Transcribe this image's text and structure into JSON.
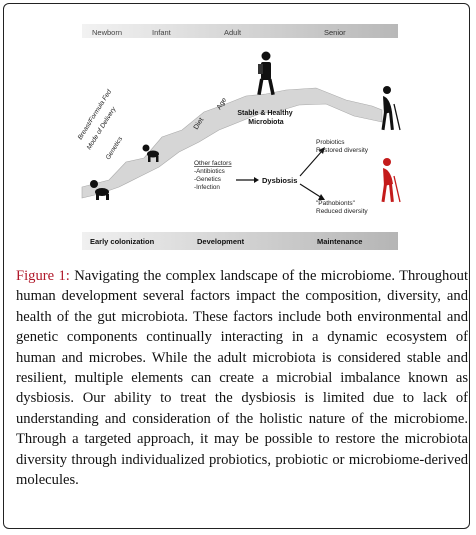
{
  "figure": {
    "stages_top": [
      "Newborn",
      "Infant",
      "Adult",
      "Senior"
    ],
    "stages_bottom": [
      "Early colonization",
      "Development",
      "Maintenance"
    ],
    "early_factors": [
      "Breast/Formula Fed",
      "Mode of Delivery",
      "Genetics"
    ],
    "diet": "Diet",
    "age": "Age",
    "stable_title": [
      "Stable & Healthy",
      "Microbiota"
    ],
    "other_factors_title": "Other factors",
    "other_factors": [
      "-Antibiotics",
      "-Genetics",
      "-Infection"
    ],
    "dysbiosis": "Dysbiosis",
    "probiotics": [
      "Probiotics",
      "Restored diversity"
    ],
    "pathobionts": [
      "\"Pathobionts\"",
      "Reduced diversity"
    ],
    "colors": {
      "healthy_figure": "#222222",
      "pathobiont_figure": "#c41b1b",
      "band": "#c9c9c9"
    }
  },
  "caption": {
    "label": "Figure 1:",
    "text": " Navigating the complex landscape of the microbiome. Throughout human development several factors impact the composition, diversity, and health of the gut microbiota. These factors include both environmental and genetic components continually interacting in a dynamic ecosystem of human and microbes. While the adult microbiota is considered stable and resilient, multiple elements can create a microbial imbalance known as dysbiosis. Our ability to treat the dysbiosis is limited due to lack of understanding and consideration of the holistic nature of the microbiome. Through a targeted approach, it may be possible to restore the microbiota diversity through individualized probiotics, probiotic or microbiome-derived molecules."
  }
}
